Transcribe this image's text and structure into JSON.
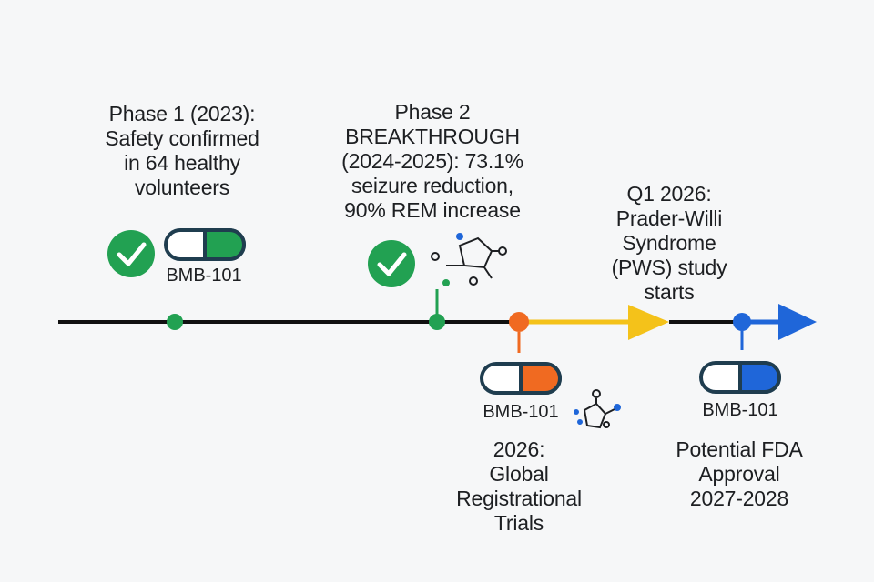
{
  "milestones": [
    {
      "lines": [
        "Phase 1 (2023):",
        "Safety confirmed",
        "in 64 healthy",
        "volunteers"
      ],
      "drug": "BMB-101",
      "status": "complete",
      "color": "#22a152"
    },
    {
      "lines": [
        "Phase 2",
        "BREAKTHROUGH",
        "(2024-2025): 73.1%",
        "seizure reduction,",
        "90% REM increase"
      ],
      "status": "complete",
      "color": "#22a152"
    },
    {
      "lines": [
        "2026:",
        "Global",
        "Registrational",
        "Trials"
      ],
      "drug": "BMB-101",
      "status": "current",
      "color": "#f06a21"
    },
    {
      "lines": [
        "Q1 2026:",
        "Prader-Willi",
        "Syndrome",
        "(PWS) study",
        "starts"
      ],
      "status": "upcoming",
      "color": "#f4c21a"
    },
    {
      "lines": [
        "Potential FDA",
        "Approval",
        "2027-2028"
      ],
      "drug": "BMB-101",
      "status": "future",
      "color": "#1f66d9"
    }
  ],
  "icons": {
    "check": "checkmark-icon",
    "capsule": "capsule-icon",
    "molecule": "molecule-icon"
  }
}
